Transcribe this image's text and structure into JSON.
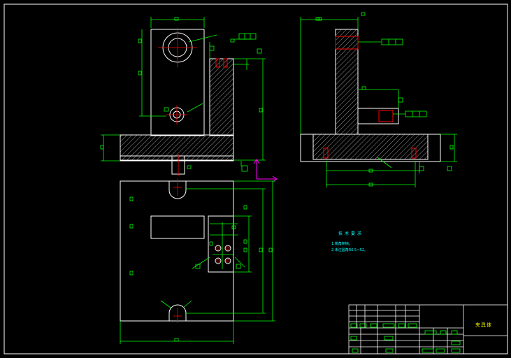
{
  "drawing": {
    "title_block": {
      "part_name": "夹具体"
    },
    "technical_requirements": {
      "heading": "技术要求",
      "line1": "1.锐角倒钝。",
      "line2": "2.未注圆角R0.5~R2。"
    }
  },
  "colors": {
    "background": "#000000",
    "outline": "#ffffff",
    "dimension": "#00ff00",
    "hatch": "#ffffff",
    "center_line": "#ff0000",
    "ucs_axis": "#ff00ff",
    "note_text": "#00ffff",
    "tb_text": "#ffff00"
  },
  "icons": {
    "ucs": "ucs-axis-icon",
    "roughness": "surface-roughness-icon",
    "tolerance": "geometric-tolerance-frame-icon"
  }
}
